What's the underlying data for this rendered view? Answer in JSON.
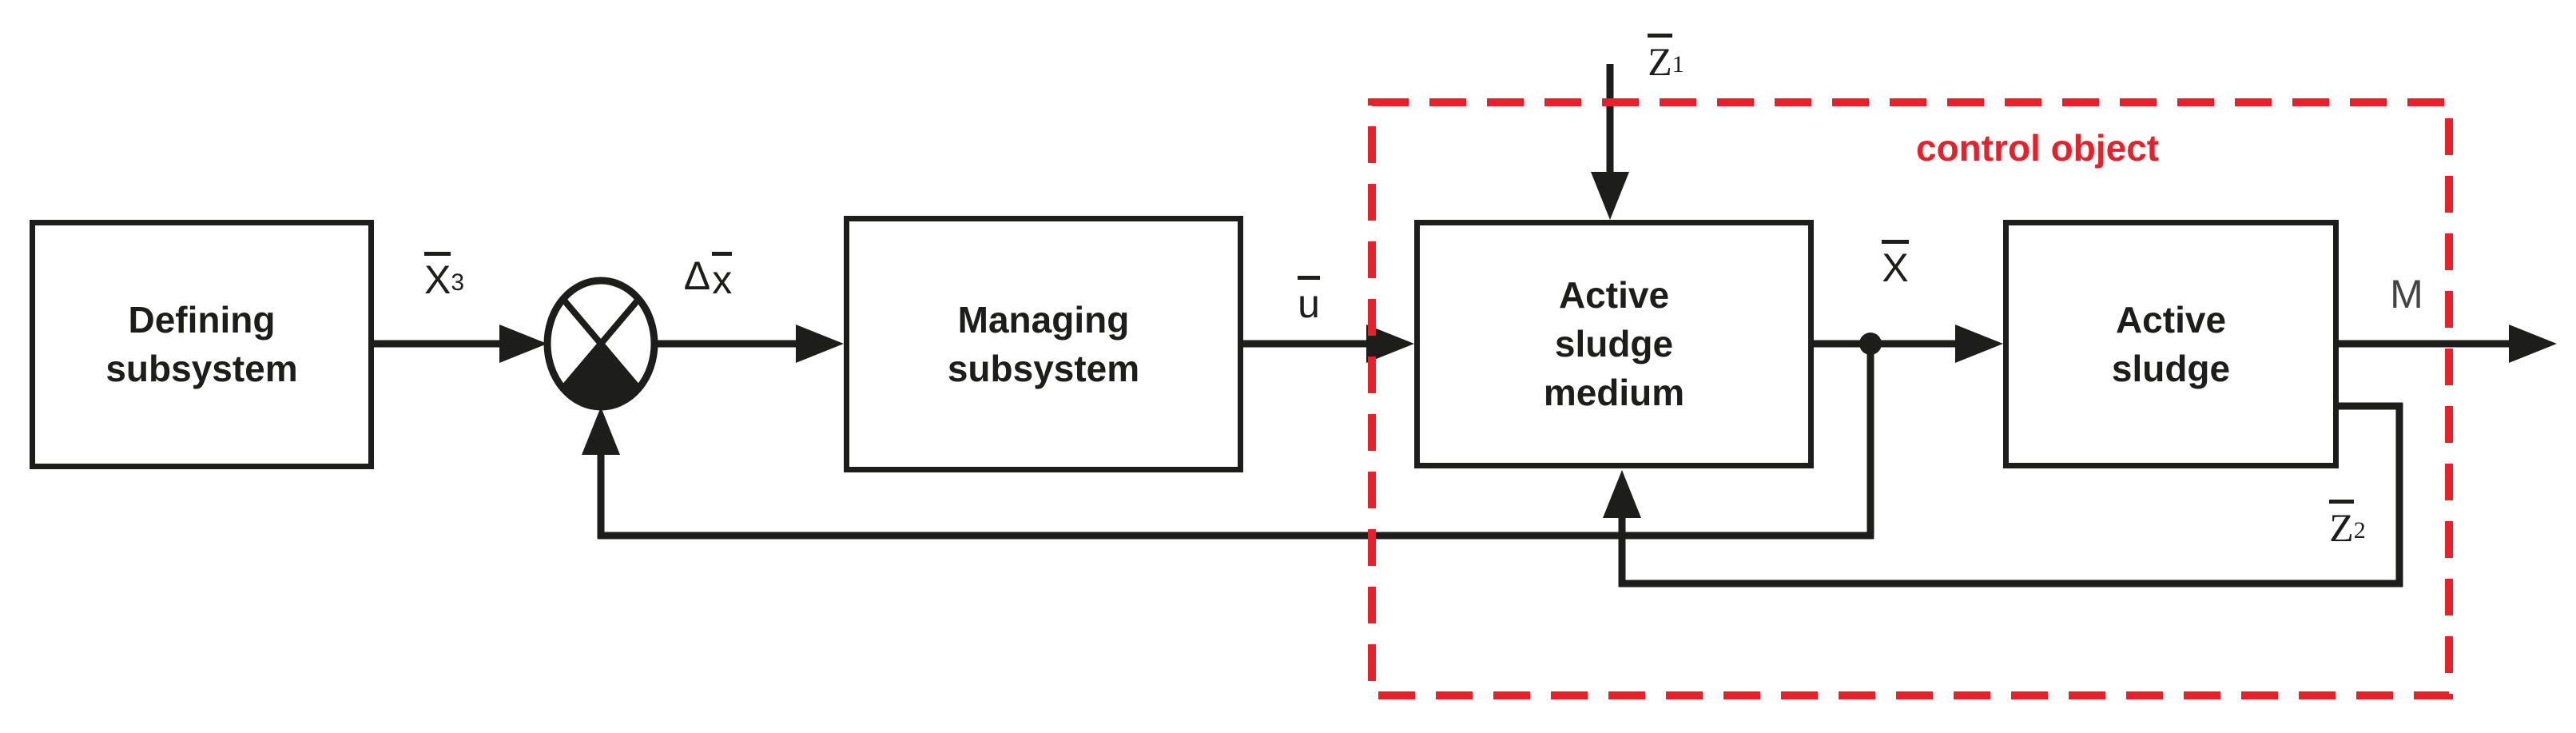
{
  "diagram": {
    "title_hint": "control system block diagram",
    "blocks": {
      "defining": {
        "lines": [
          "Defining",
          "subsystem"
        ]
      },
      "managing": {
        "lines": [
          "Managing",
          "subsystem"
        ]
      },
      "medium": {
        "lines": [
          "Active",
          "sludge",
          "medium"
        ]
      },
      "sludge": {
        "lines": [
          "Active",
          "sludge"
        ]
      }
    },
    "labels": {
      "x3": {
        "base": "X",
        "sub": "3"
      },
      "dx": {
        "prefix": "Δ",
        "base": "x"
      },
      "u": {
        "base": "u"
      },
      "x": {
        "base": "X"
      },
      "z1": {
        "base": "Z",
        "sub": "1"
      },
      "z2": {
        "base": "Z",
        "sub": "2"
      },
      "m": {
        "base": "M"
      }
    },
    "region": {
      "label": "control object"
    },
    "colors": {
      "line": "#1d1d1b",
      "region_border": "#e8202a",
      "region_text": "#e8202a",
      "m_label": "#444444",
      "background": "#ffffff"
    }
  }
}
